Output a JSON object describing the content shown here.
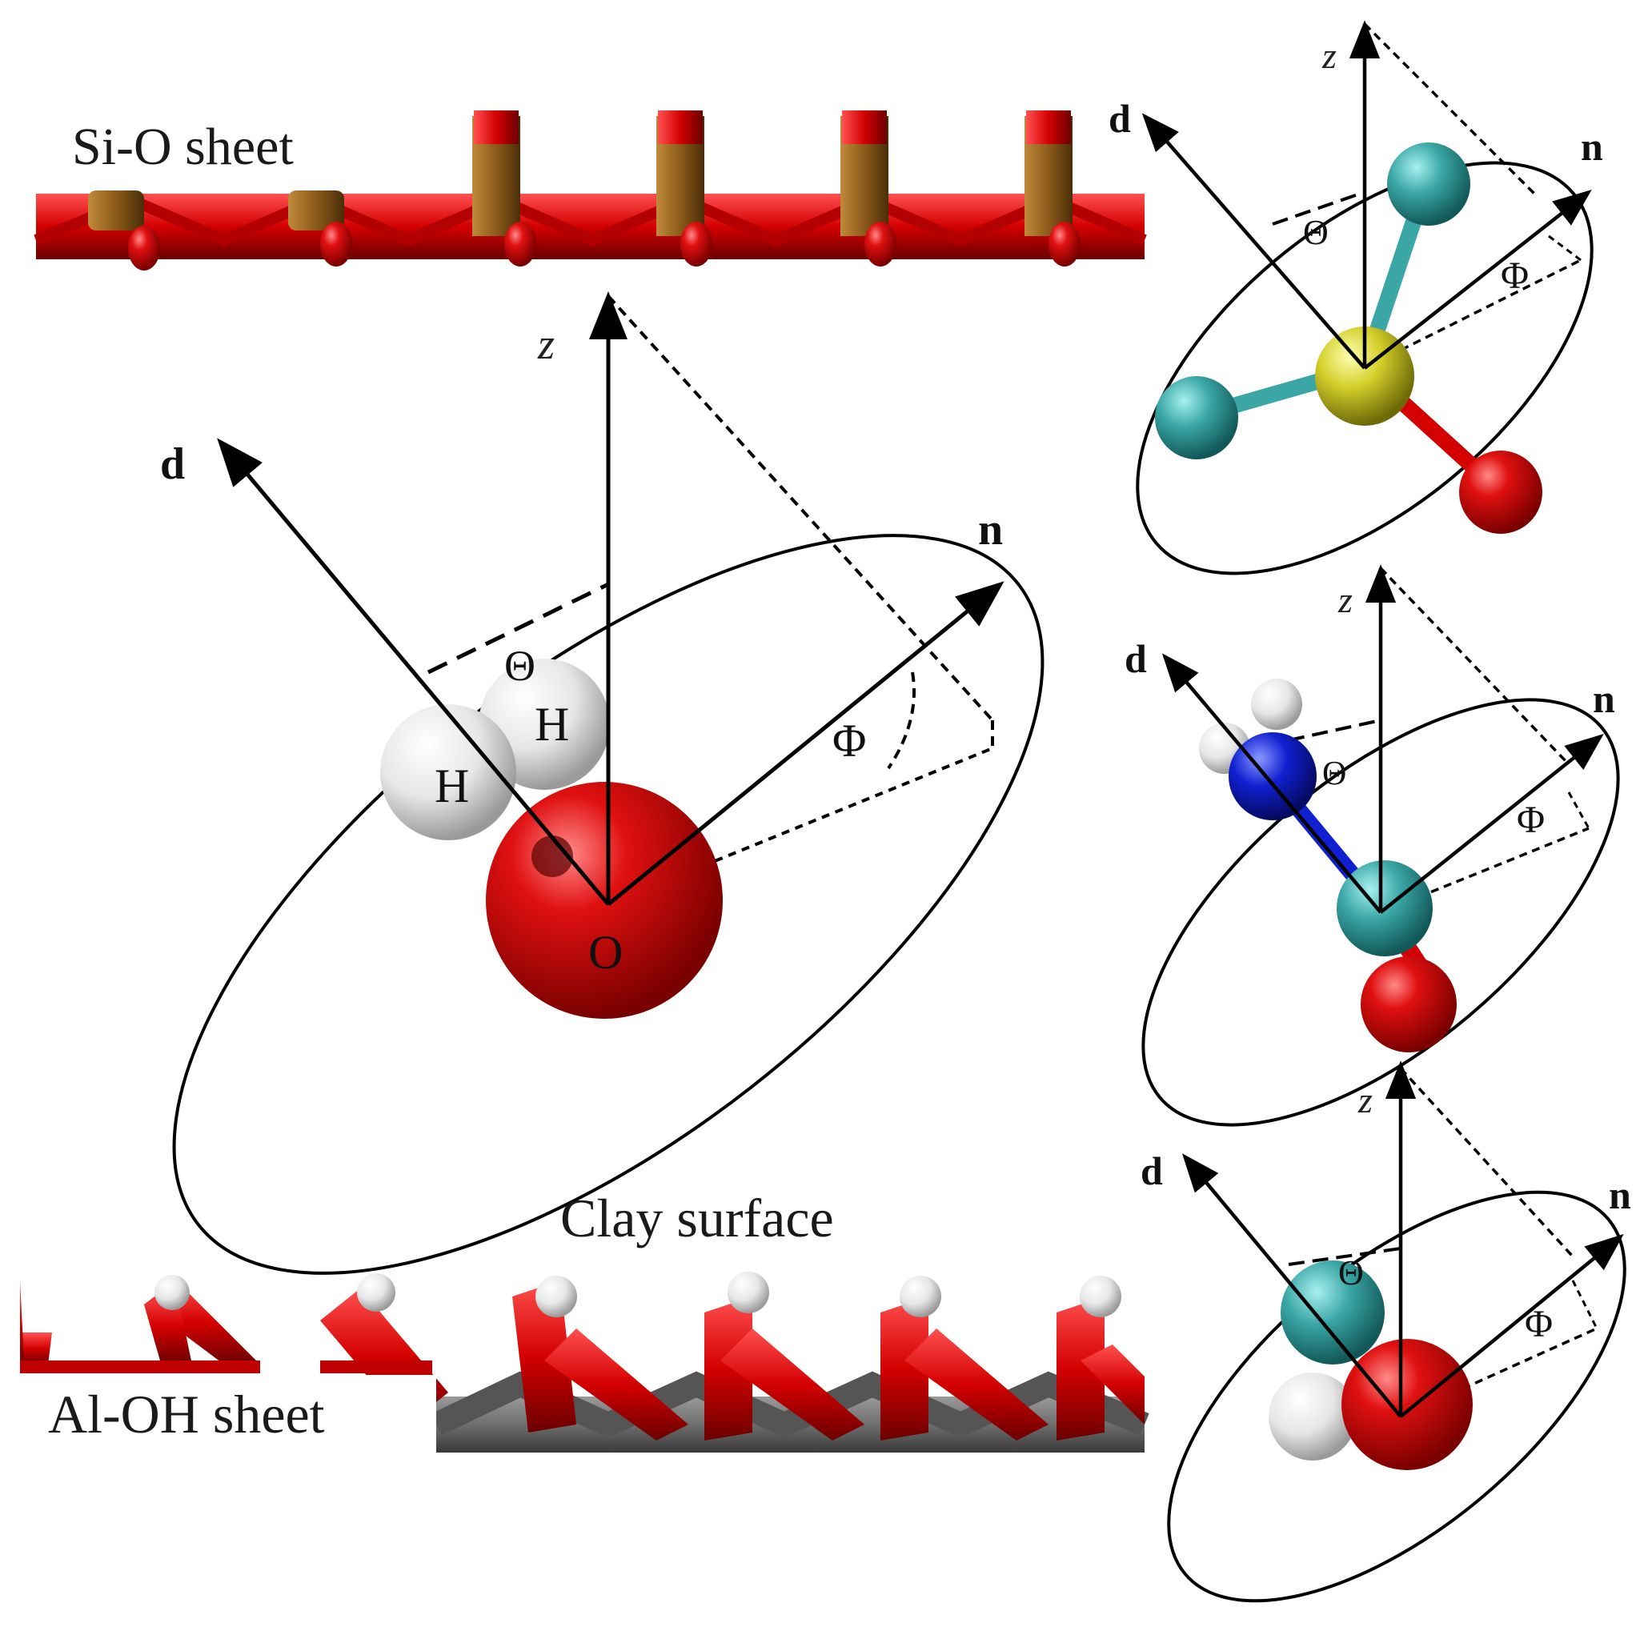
{
  "labels": {
    "sio_sheet": "Si-O sheet",
    "aloh_sheet": "Al-OH sheet",
    "clay_surface": "Clay surface"
  },
  "main": {
    "z": "z",
    "d": "d",
    "n": "n",
    "theta": "Θ",
    "phi": "Φ",
    "h1": "H",
    "h2": "H",
    "o": "O"
  },
  "inset1": {
    "z": "z",
    "d": "d",
    "n": "n",
    "theta": "Θ",
    "phi": "Φ"
  },
  "inset2": {
    "z": "z",
    "d": "d",
    "n": "n",
    "theta": "Θ",
    "phi": "Φ"
  },
  "inset3": {
    "z": "z",
    "d": "d",
    "n": "n",
    "theta": "Θ",
    "phi": "Φ"
  },
  "colors": {
    "oxygen": "#d40000",
    "silicon": "#8b5a1a",
    "hydrogen": "#e8e8e8",
    "aluminum": "#6e6e6e",
    "carbon_teal": "#3aa6a6",
    "sulfur": "#d4cf2a",
    "nitrogen": "#1020d0"
  }
}
